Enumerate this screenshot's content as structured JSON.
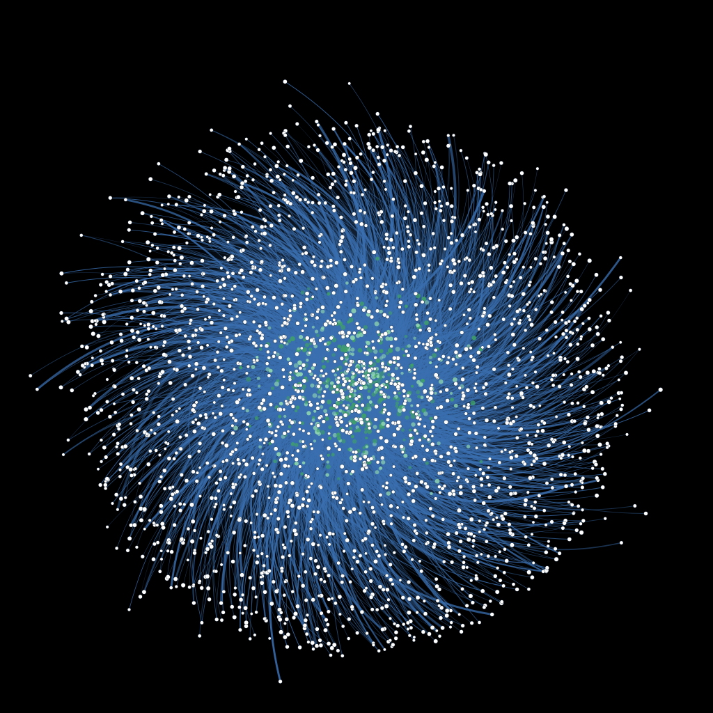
{
  "graph": {
    "type": "network",
    "layout": "radial-force",
    "background_color": "#000000",
    "edge_color": "#3a6fb0",
    "peripheral_node_color": "#ffffff",
    "core_node_color": "#3fa06a",
    "core_node_light_color": "#8fd6b0",
    "peripheral_node_count": 2400,
    "core_node_count": 520,
    "edge_count": 3200
  }
}
